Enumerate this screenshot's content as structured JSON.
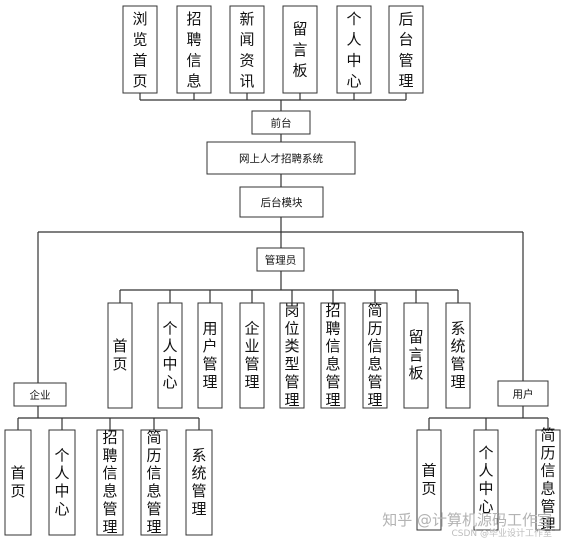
{
  "top_pages": [
    {
      "id": "browse-home",
      "label": "浏览首页"
    },
    {
      "id": "job-info",
      "label": "招聘信息"
    },
    {
      "id": "news",
      "label": "新闻资讯"
    },
    {
      "id": "message-board",
      "label": "留言板"
    },
    {
      "id": "personal-center",
      "label": "个人中心"
    },
    {
      "id": "backend-manage",
      "label": "后台管理"
    }
  ],
  "front": {
    "label": "前台"
  },
  "system": {
    "label": "网上人才招聘系统"
  },
  "backend": {
    "label": "后台模块"
  },
  "admin": {
    "label": "管理员",
    "items": [
      {
        "id": "home",
        "label": "首页"
      },
      {
        "id": "personal-center",
        "label": "个人中心"
      },
      {
        "id": "user-manage",
        "label": "用户管理"
      },
      {
        "id": "company-manage",
        "label": "企业管理"
      },
      {
        "id": "job-type-manage",
        "label": "岗位类型管理"
      },
      {
        "id": "job-info-manage",
        "label": "招聘信息管理"
      },
      {
        "id": "resume-manage",
        "label": "简历信息管理"
      },
      {
        "id": "message-board",
        "label": "留言板"
      },
      {
        "id": "system-manage",
        "label": "系统管理"
      }
    ]
  },
  "company": {
    "label": "企业",
    "items": [
      {
        "id": "home",
        "label": "首页"
      },
      {
        "id": "personal-center",
        "label": "个人中心"
      },
      {
        "id": "job-info-manage",
        "label": "招聘信息管理"
      },
      {
        "id": "resume-manage",
        "label": "简历信息管理"
      },
      {
        "id": "system-manage",
        "label": "系统管理"
      }
    ]
  },
  "user": {
    "label": "用户",
    "items": [
      {
        "id": "home",
        "label": "首页"
      },
      {
        "id": "personal-center",
        "label": "个人中心"
      },
      {
        "id": "resume-manage",
        "label": "简历信息管理"
      }
    ]
  },
  "watermark": {
    "main": "知乎 @计算机源码工作室",
    "sub": "CSDN @毕业设计工作室"
  }
}
